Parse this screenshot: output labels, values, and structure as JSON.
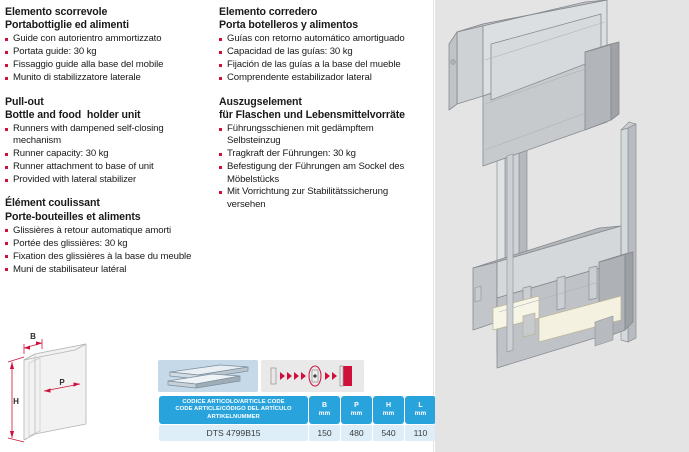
{
  "languages": [
    {
      "id": "it",
      "title_line1": "Elemento scorrevole",
      "title_line2": "Portabottiglie ed alimenti",
      "bullets": [
        "Guide con autorientro ammortizzato",
        "Portata guide: 30 kg",
        "Fissaggio guide alla base del mobile",
        "Munito di stabilizzatore laterale"
      ]
    },
    {
      "id": "en",
      "title_line1": "Pull-out",
      "title_line2": "Bottle and food  holder unit",
      "bullets": [
        "Runners with dampened self-closing mechanism",
        "Runner capacity: 30 kg",
        "Runner attachment to base of unit",
        "Provided with lateral stabilizer"
      ]
    },
    {
      "id": "fr",
      "title_line1": "Élément coulissant",
      "title_line2": "Porte-bouteilles et aliments",
      "bullets": [
        "Glissières à retour automatique amorti",
        "Portée des glissières: 30 kg",
        "Fixation des glissières à la base du meuble",
        "Muni de stabilisateur latéral"
      ]
    },
    {
      "id": "es",
      "title_line1": "Elemento corredero",
      "title_line2": "Porta botelleros y alimentos",
      "bullets": [
        "Guías con retorno automático amortiguado",
        "Capacidad de las guías: 30 kg",
        "Fijación de las guías a la base del mueble",
        "Comprendente estabilizador lateral"
      ]
    },
    {
      "id": "de",
      "title_line1": "Auszugselement",
      "title_line2": "für Flaschen und Lebensmittelvorräte",
      "bullets": [
        "Führungsschienen mit gedämpftem Selbsteinzug",
        "Tragkraft der Führungen: 30 kg",
        "Befestigung der Führungen am Sockel des Möbelstücks",
        "Mit Vorrichtung zur Stabilitätssicherung versehen"
      ]
    }
  ],
  "drawing": {
    "label_width": "B",
    "label_depth": "P",
    "label_height": "H"
  },
  "pictograms": {
    "runner_label": "runner-pictogram",
    "damper_label": "soft-close-damper-pictogram"
  },
  "table": {
    "headers": {
      "code_line1": "CODICE ARTICOLO/ARTICLE CODE",
      "code_line2": "CODE ARTICLE/CÓDIGO DEL ARTÍCULO",
      "code_line3": "ARTIKELNUMMER",
      "dims": [
        {
          "symbol": "B",
          "unit": "mm"
        },
        {
          "symbol": "P",
          "unit": "mm"
        },
        {
          "symbol": "H",
          "unit": "mm"
        },
        {
          "symbol": "L",
          "unit": "mm"
        }
      ]
    },
    "rows": [
      {
        "code": "DTS 4799B15",
        "B": "150",
        "P": "480",
        "H": "540",
        "L": "110"
      }
    ]
  },
  "colors": {
    "bullet_red": "#d0103a",
    "table_header_blue": "#29a3dc",
    "table_row_blue": "#ddeef8",
    "picto_blue_bg": "#c5d9e8",
    "photo_bg": "#e4e4e4"
  },
  "photo": {
    "alt": "chrome pull-out bottle and food holder unit with two baskets"
  }
}
